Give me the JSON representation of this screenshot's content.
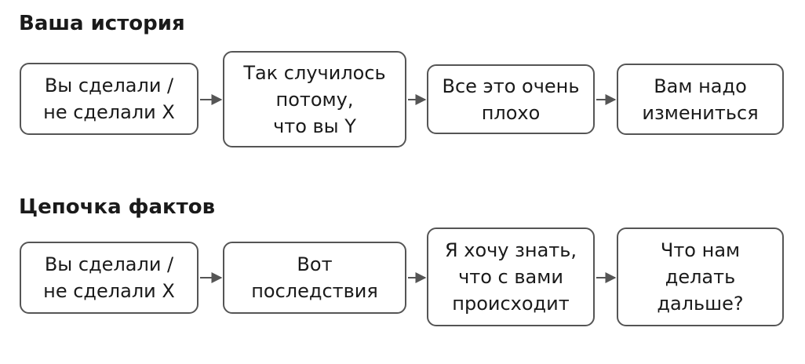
{
  "sections": [
    {
      "title": "Ваша история",
      "boxes": [
        "Вы сделали /\nне сделали X",
        "Так случилось\nпотому,\nчто вы Y",
        "Все это очень\nплохо",
        "Вам надо\nизмениться"
      ]
    },
    {
      "title": "Цепочка фактов",
      "boxes": [
        "Вы сделали /\nне сделали X",
        "Вот\nпоследствия",
        "Я хочу знать,\nчто с вами\nпроисходит",
        "Что нам\nделать\nдальше?"
      ]
    }
  ],
  "colors": {
    "box_border": "#555555",
    "arrow": "#555555",
    "text": "#1a1a1a"
  }
}
